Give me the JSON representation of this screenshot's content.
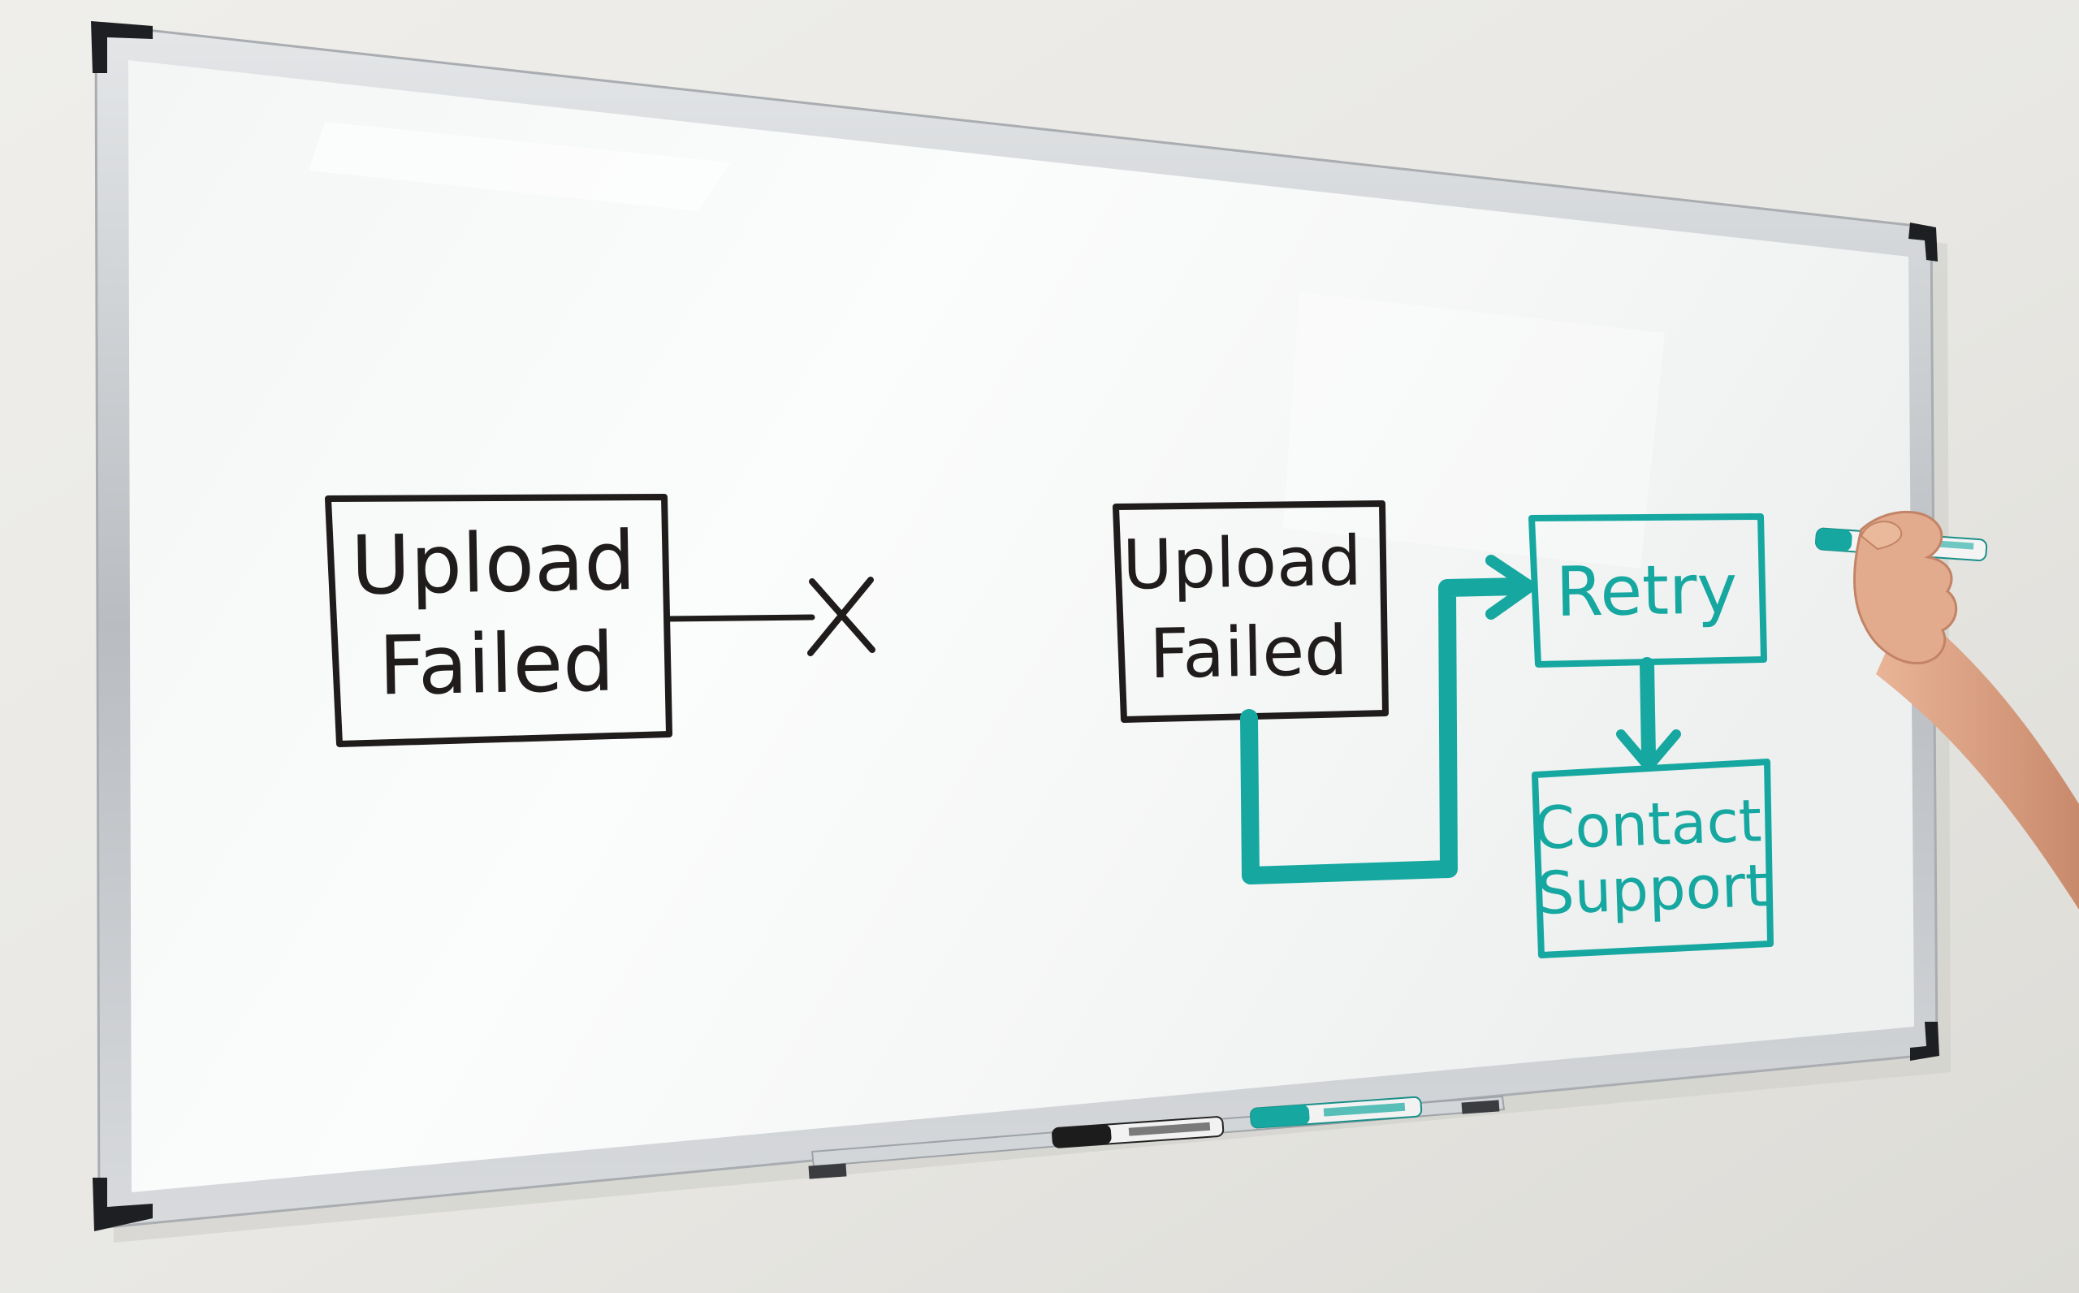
{
  "whiteboard": {
    "left_flow": {
      "box_label_line1": "Upload",
      "box_label_line2": "Failed"
    },
    "right_flow": {
      "box_label_line1": "Upload",
      "box_label_line2": "Failed",
      "retry_label": "Retry",
      "support_label_line1": "Contact",
      "support_label_line2": "Support"
    }
  },
  "colors": {
    "wall": "#e9e8e4",
    "board": "#f7f8f8",
    "frame": "#c9cccf",
    "black_ink": "#1f1c1b",
    "teal_ink": "#16a8a0",
    "skin": "#e0a98c"
  }
}
